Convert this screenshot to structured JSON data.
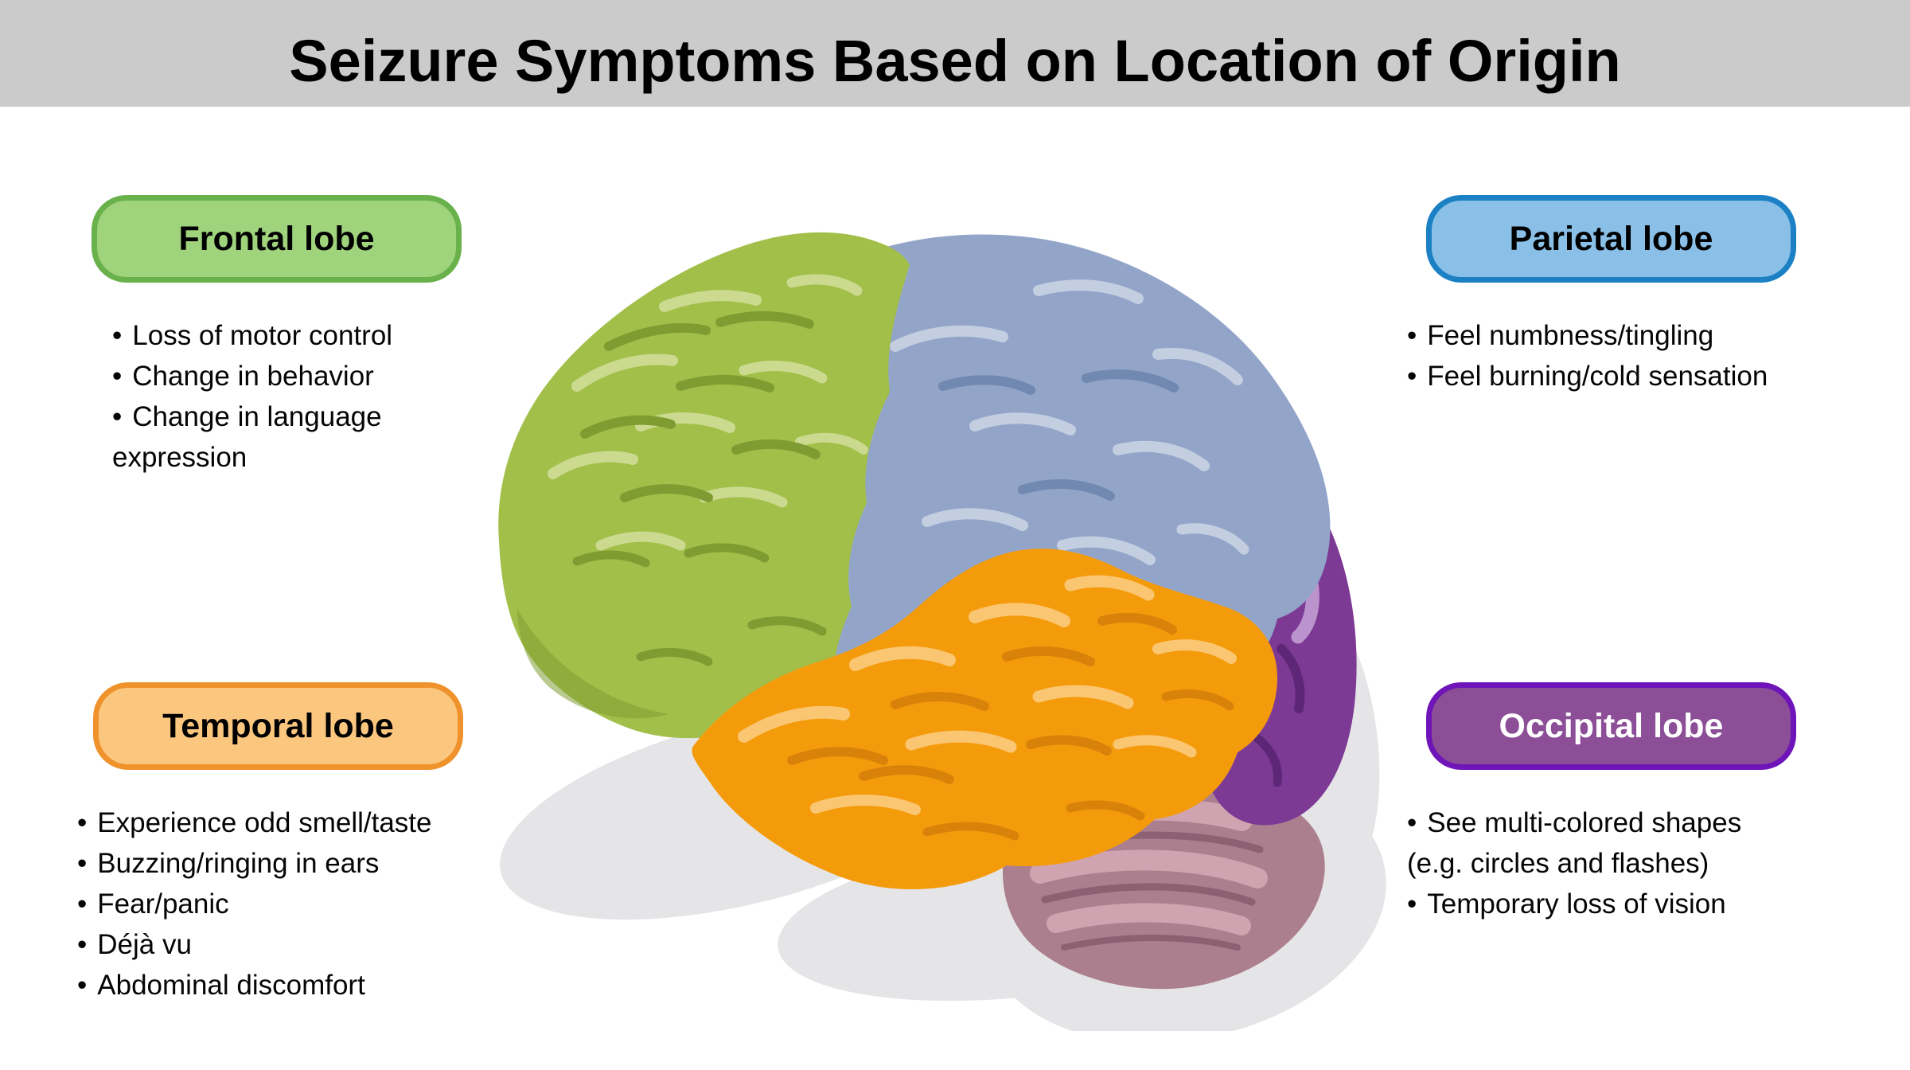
{
  "title": "Seizure Symptoms Based on Location of Origin",
  "title_bar_color": "#cbcbcb",
  "lobes": {
    "frontal": {
      "label": "Frontal lobe",
      "box_fill": "#9fd37c",
      "box_border": "#69b14b",
      "symptoms": [
        "Loss of motor control",
        "Change in behavior",
        "Change in language expression"
      ]
    },
    "parietal": {
      "label": "Parietal lobe",
      "box_fill": "#8ac0e8",
      "box_border": "#1b80c4",
      "symptoms": [
        "Feel numbness/tingling",
        "Feel burning/cold sensation"
      ]
    },
    "temporal": {
      "label": "Temporal lobe",
      "box_fill": "#fbc77f",
      "box_border": "#f0922b",
      "symptoms": [
        "Experience odd smell/taste",
        "Buzzing/ringing in ears",
        "Fear/panic",
        "Déjà vu",
        "Abdominal discomfort"
      ]
    },
    "occipital": {
      "label": "Occipital lobe",
      "box_fill": "#8b4e97",
      "box_border": "#6e14b8",
      "label_color": "#ffffff",
      "symptoms": [
        "See multi-colored shapes (e.g. circles and flashes)",
        "Temporary loss of vision"
      ]
    }
  },
  "brain_colors": {
    "frontal": "#a2bf4a",
    "parietal": "#92a5c9",
    "temporal": "#f49b0c",
    "occipital": "#7d3a95",
    "cerebellum": "#ab7f8e",
    "shadow": "#e5e5e8"
  }
}
